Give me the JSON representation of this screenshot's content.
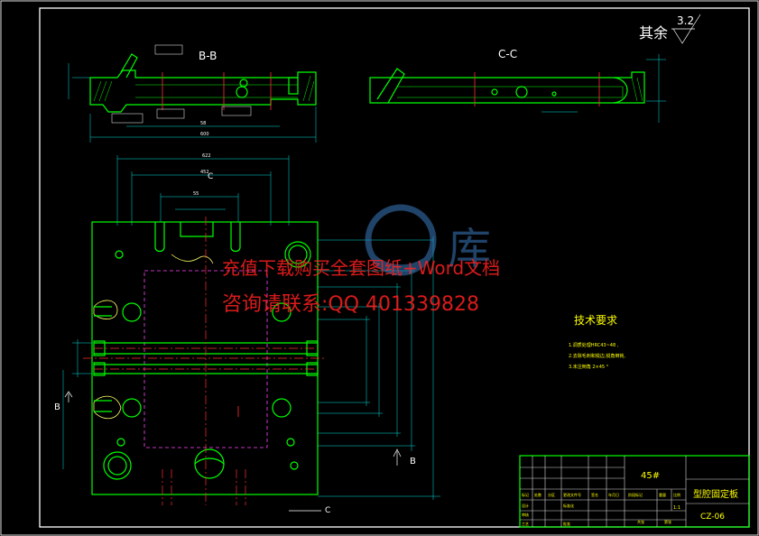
{
  "drawing": {
    "roughness_symbol": {
      "prefix": "其余",
      "value": "3.2"
    },
    "section_bb": "B-B",
    "section_cc": "C-C",
    "section_marker_b": "B",
    "section_marker_c": "C",
    "tech_requirements": {
      "title": "技术要求",
      "items": [
        "1.调质处理HRC43~48 ,",
        "2.去除毛刺和锐边,锐角倒钝,",
        "3.未注倒角 2×45 °"
      ]
    },
    "title_block": {
      "material": "45#",
      "part_name": "型腔固定板",
      "drawing_no": "CZ-06",
      "scale": "1:1",
      "labels": [
        "标记",
        "处数",
        "分区",
        "更改文件号",
        "签名",
        "年月日",
        "设计",
        "标准化",
        "审核",
        "工艺",
        "批准",
        "阶段标记",
        "重量",
        "比例",
        "共张",
        "第张"
      ]
    },
    "colors": {
      "line": "#00ff00",
      "text": "#ffff00",
      "center": "#ff3030",
      "dim": "#00e0e0"
    }
  },
  "watermark": {
    "line1": "充值下载购买全套图纸+Word文档",
    "line2": "咨询请联系:QQ 401339828",
    "logo_char": "库"
  }
}
